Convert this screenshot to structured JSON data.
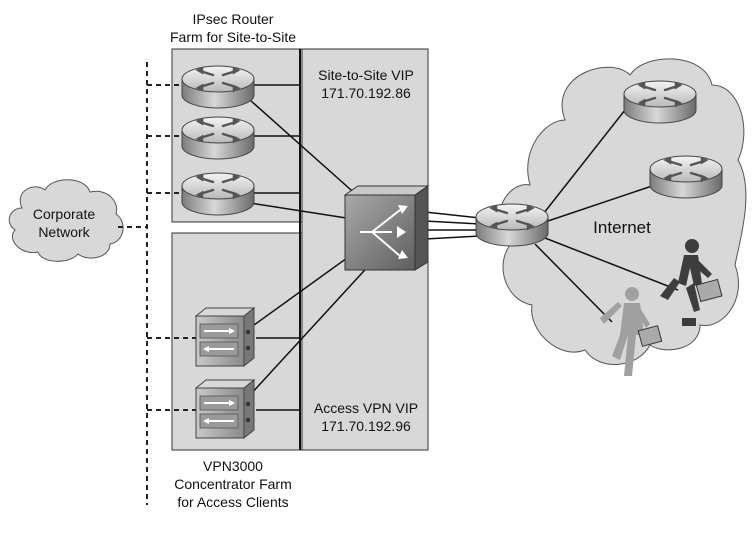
{
  "labels": {
    "router_farm_line1": "IPsec Router",
    "router_farm_line2": "Farm for Site-to-Site",
    "site_vip_line1": "Site-to-Site VIP",
    "site_vip_line2": "171.70.192.86",
    "corporate_line1": "Corporate",
    "corporate_line2": "Network",
    "internet": "Internet",
    "access_vip_line1": "Access VPN VIP",
    "access_vip_line2": "171.70.192.96",
    "concentrator_line1": "VPN3000",
    "concentrator_line2": "Concentrator Farm",
    "concentrator_line3": "for Access Clients"
  },
  "icons": {
    "router": "router-icon",
    "load_balancer": "load-balancer-switch-icon",
    "concentrator": "vpn-concentrator-icon",
    "cloud": "cloud-icon",
    "person": "running-person-icon"
  }
}
